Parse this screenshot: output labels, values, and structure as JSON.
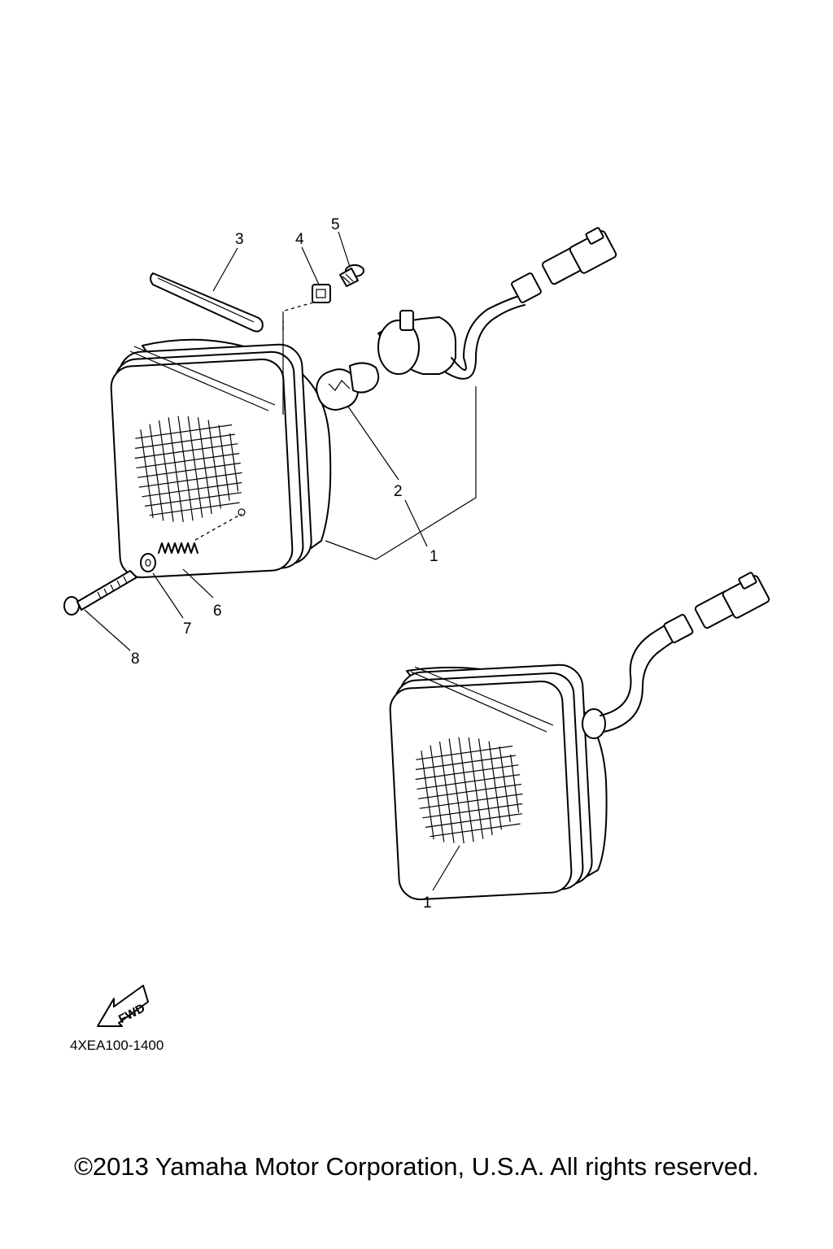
{
  "diagram": {
    "callouts": {
      "c1_upper": "1",
      "c1_lower": "1",
      "c2": "2",
      "c3": "3",
      "c4": "4",
      "c5": "5",
      "c6": "6",
      "c7": "7",
      "c8": "8"
    },
    "fwd_label": "FWD",
    "part_code": "4XEA100-1400"
  },
  "footer": {
    "copyright": "©2013 Yamaha Motor Corporation, U.S.A. All rights reserved."
  }
}
